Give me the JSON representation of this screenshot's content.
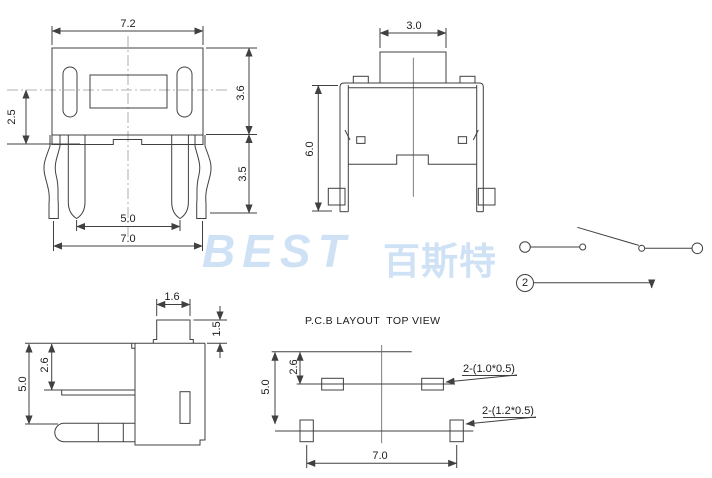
{
  "watermark": {
    "latin": "BEST",
    "cjk": "百斯特"
  },
  "top_view": {
    "dim_width": "7.2",
    "dim_body_height": "3.6",
    "dim_leg_height": "3.5",
    "dim_center_offset": "2.5",
    "dim_inner_pins": "5.0",
    "dim_outer_pins": "7.0"
  },
  "front_view": {
    "dim_button_width": "3.0",
    "dim_height": "6.0"
  },
  "side_view": {
    "dim_button_width": "1.6",
    "dim_button_height": "1.5",
    "dim_pin_offset": "2.6",
    "dim_height": "5.0"
  },
  "pcb": {
    "title": "P.C.B LAYOUT  TOP VIEW",
    "dim_row_offset": "2.6",
    "dim_row_span": "5.0",
    "dim_pad_span": "7.0",
    "label_small_pads": "2-(1.0*0.5)",
    "label_large_pads": "2-(1.2*0.5)"
  },
  "circuit": {
    "pole": "2"
  },
  "colors": {
    "line": "#404040",
    "centerline": "#9a9a9a",
    "text": "#1c1c1c",
    "watermark": "#cfe2f5"
  }
}
